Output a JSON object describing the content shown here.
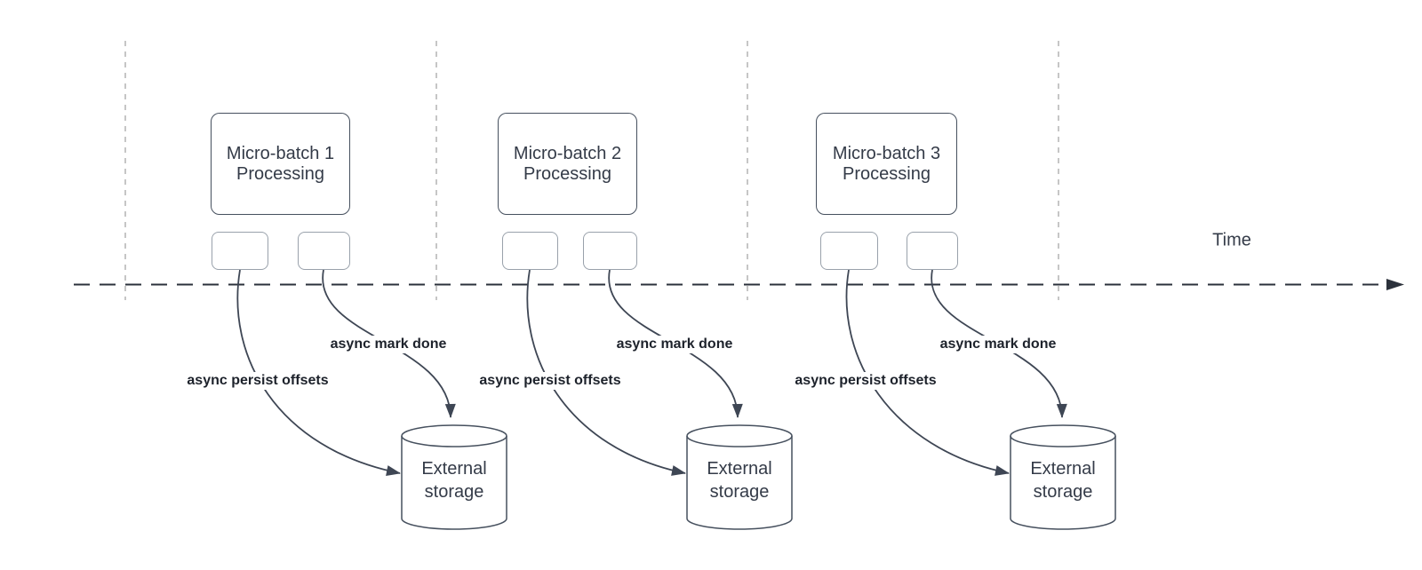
{
  "diagram": {
    "time_axis": {
      "label": "Time"
    },
    "columns": [
      {
        "id": 1,
        "process_label": "Micro-batch 1\nProcessing",
        "persist_arrow_label": "async persist offsets",
        "mark_done_arrow_label": "async mark done",
        "storage_label": "External\nstorage"
      },
      {
        "id": 2,
        "process_label": "Micro-batch 2\nProcessing",
        "persist_arrow_label": "async persist offsets",
        "mark_done_arrow_label": "async mark done",
        "storage_label": "External\nstorage"
      },
      {
        "id": 3,
        "process_label": "Micro-batch 3\nProcessing",
        "persist_arrow_label": "async persist offsets",
        "mark_done_arrow_label": "async mark done",
        "storage_label": "External\nstorage"
      }
    ],
    "colors": {
      "node_stroke": "#46505e",
      "small_node_stroke": "#99a1ab",
      "arrow_stroke": "#3e4654",
      "timeline_stroke": "#2b313b",
      "guide_line": "#a8a8a8",
      "node_text": "#343b48",
      "arrow_label_text": "#1d222b",
      "background": "#ffffff"
    }
  }
}
